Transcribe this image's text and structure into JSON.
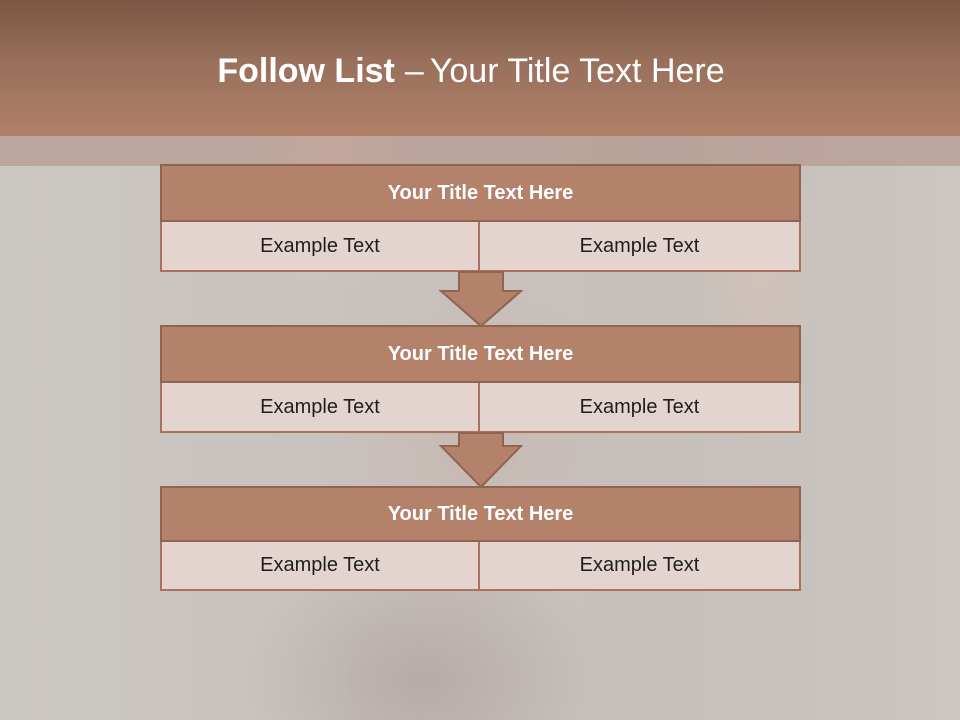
{
  "slide": {
    "title_bold": "Follow List",
    "title_sep": "–",
    "title_rest": "Your Title Text Here"
  },
  "steps": [
    {
      "title": "Your Title Text Here",
      "left": "Example Text",
      "right": "Example Text"
    },
    {
      "title": "Your Title Text Here",
      "left": "Example Text",
      "right": "Example Text"
    },
    {
      "title": "Your Title Text Here",
      "left": "Example Text",
      "right": "Example Text"
    }
  ],
  "colors": {
    "header": "#98705c",
    "block_title": "#b4826b",
    "block_cell": "#e3d4cf",
    "arrow": "#b4826b"
  },
  "icons": [
    "down-arrow-icon"
  ]
}
